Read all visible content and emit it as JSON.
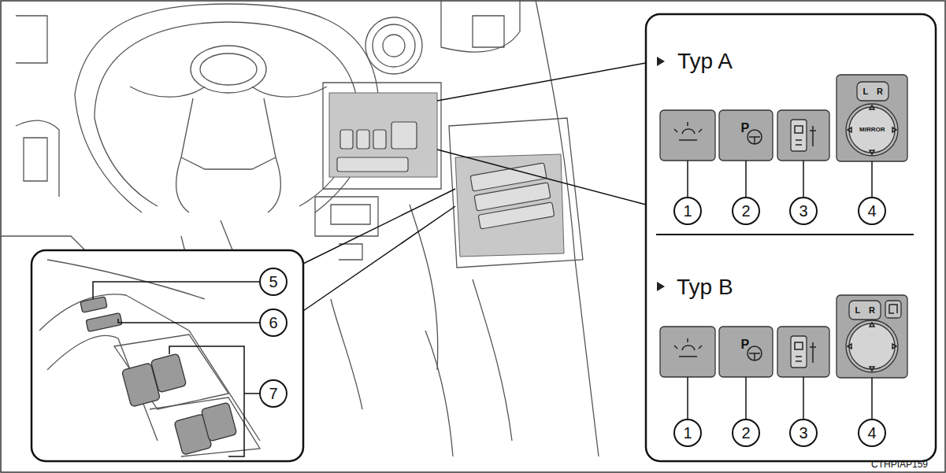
{
  "diagram": {
    "labels": [
      "Typ A",
      "1",
      "2",
      "3",
      "4",
      "L",
      "R",
      "MIRROR",
      "P",
      "Typ B",
      "1",
      "2",
      "3",
      "4",
      "L",
      "R",
      "P",
      "5",
      "6",
      "7",
      "CTHPIAP159"
    ]
  }
}
